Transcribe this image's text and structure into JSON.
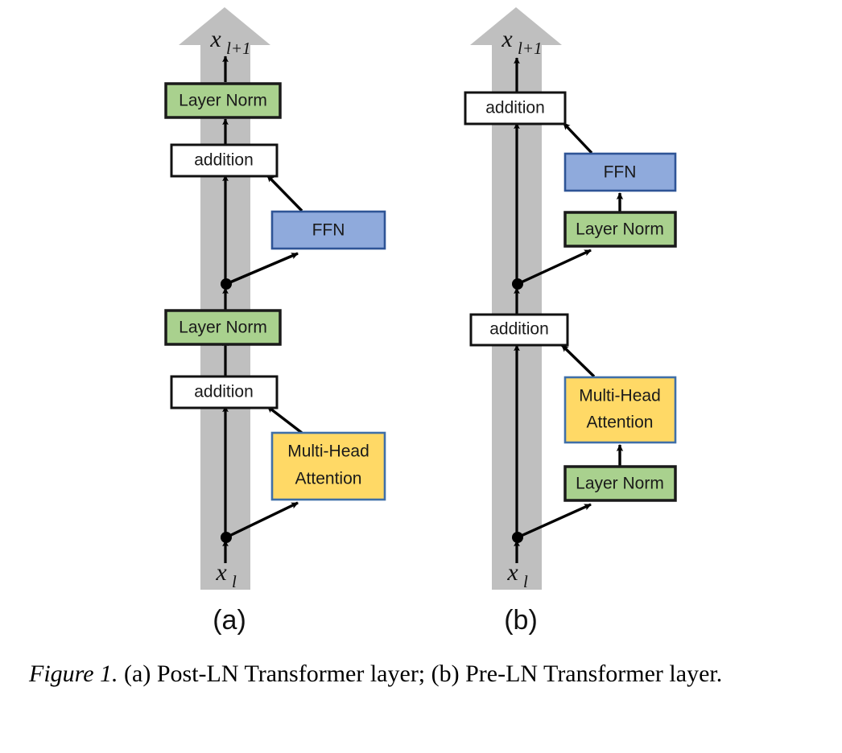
{
  "figure": {
    "caption_prefix": "Figure 1.",
    "caption_text": " (a) Post-LN Transformer layer; (b) Pre-LN Transformer layer.",
    "panel_a_label": "(a)",
    "panel_b_label": "(b)",
    "input_symbol": "x",
    "input_subscript": "l",
    "output_symbol": "x",
    "output_subscript": "l+1"
  },
  "colors": {
    "layer_norm_fill": "#A9D18E",
    "layer_norm_stroke": "#1A1A1A",
    "ffn_fill": "#8FAADC",
    "ffn_stroke": "#2E5496",
    "attention_fill": "#FFD966",
    "attention_stroke": "#3F6FA8",
    "addition_fill": "#FFFFFF",
    "addition_stroke": "#111111",
    "residual_stream": "#BFBFBF",
    "arrow": "#000000",
    "background": "#FFFFFF"
  },
  "panel_a": {
    "name": "Post-LN Transformer layer",
    "blocks": [
      {
        "id": "a-layer-norm-top",
        "label": "Layer Norm",
        "type": "layer-norm"
      },
      {
        "id": "a-addition-top",
        "label": "addition",
        "type": "addition"
      },
      {
        "id": "a-ffn",
        "label": "FFN",
        "type": "ffn"
      },
      {
        "id": "a-layer-norm-bottom",
        "label": "Layer Norm",
        "type": "layer-norm"
      },
      {
        "id": "a-addition-bottom",
        "label": "addition",
        "type": "addition"
      },
      {
        "id": "a-attention",
        "label_line1": "Multi-Head",
        "label_line2": "Attention",
        "type": "attention"
      }
    ]
  },
  "panel_b": {
    "name": "Pre-LN Transformer layer",
    "blocks": [
      {
        "id": "b-addition-top",
        "label": "addition",
        "type": "addition"
      },
      {
        "id": "b-ffn",
        "label": "FFN",
        "type": "ffn"
      },
      {
        "id": "b-layer-norm-upper",
        "label": "Layer Norm",
        "type": "layer-norm"
      },
      {
        "id": "b-addition-bottom",
        "label": "addition",
        "type": "addition"
      },
      {
        "id": "b-attention",
        "label_line1": "Multi-Head",
        "label_line2": "Attention",
        "type": "attention"
      },
      {
        "id": "b-layer-norm-lower",
        "label": "Layer Norm",
        "type": "layer-norm"
      }
    ]
  }
}
